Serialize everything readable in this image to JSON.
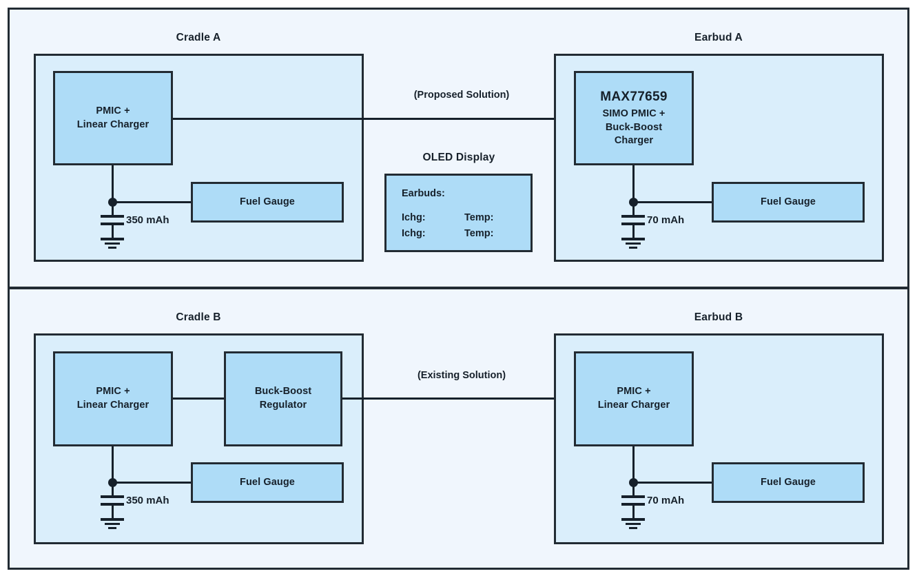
{
  "diagram": {
    "title_top_left": "Cradle A",
    "title_top_right": "Earbud A",
    "title_bottom_left": "Cradle B",
    "title_bottom_right": "Earbud B",
    "oled_title": "OLED Display",
    "arrow_top_label": "(Proposed Solution)",
    "arrow_bottom_label": "(Existing Solution)",
    "colors": {
      "page_background": "#ffffff",
      "frame_background": "#f0f6fd",
      "container_fill": "#daeefb",
      "block_fill": "#aedcf7",
      "stroke": "#222b33",
      "text": "#16202a"
    }
  },
  "cradle_a": {
    "pmic": {
      "line1": "PMIC +",
      "line2": "Linear Charger"
    },
    "fuel_gauge": "Fuel Gauge",
    "battery_capacity": "350 mAh"
  },
  "earbud_a": {
    "chip": {
      "part_number": "MAX77659",
      "line1": "SIMO PMIC +",
      "line2": "Buck-Boost",
      "line3": "Charger"
    },
    "fuel_gauge": "Fuel Gauge",
    "battery_capacity": "70 mAh"
  },
  "oled_display": {
    "title": "OLED Display",
    "header": "Earbuds:",
    "rows": [
      {
        "current": "Ichg:",
        "temperature": "Temp:"
      },
      {
        "current": "Ichg:",
        "temperature": "Temp:"
      }
    ]
  },
  "cradle_b": {
    "pmic": {
      "line1": "PMIC +",
      "line2": "Linear Charger"
    },
    "buck_boost": {
      "line1": "Buck-Boost",
      "line2": "Regulator"
    },
    "fuel_gauge": "Fuel Gauge",
    "battery_capacity": "350 mAh"
  },
  "earbud_b": {
    "pmic": {
      "line1": "PMIC +",
      "line2": "Linear Charger"
    },
    "fuel_gauge": "Fuel Gauge",
    "battery_capacity": "70 mAh"
  }
}
